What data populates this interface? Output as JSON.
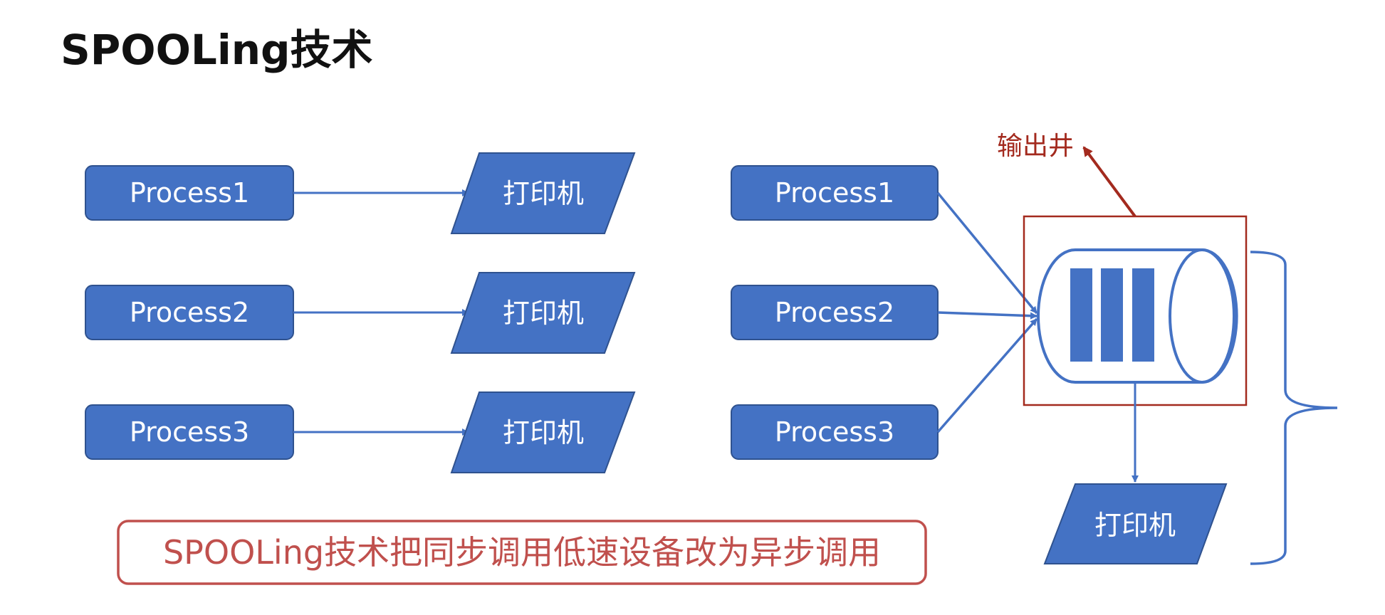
{
  "title": "SPOOLing技术",
  "left_diagram": {
    "processes": [
      "Process1",
      "Process2",
      "Process3"
    ],
    "printers": [
      "打印机",
      "打印机",
      "打印机"
    ]
  },
  "right_diagram": {
    "processes": [
      "Process1",
      "Process2",
      "Process3"
    ],
    "output_well_label": "输出井",
    "printer": "打印机"
  },
  "summary_text": "SPOOLing技术把同步调用低速设备改为异步调用",
  "colors": {
    "box_fill": "#4472C4",
    "box_stroke": "#2F528F",
    "arrow": "#4472C4",
    "highlight_red": "#A32A1E",
    "summary_text": "#C0504D",
    "summary_border": "#C0504D"
  }
}
